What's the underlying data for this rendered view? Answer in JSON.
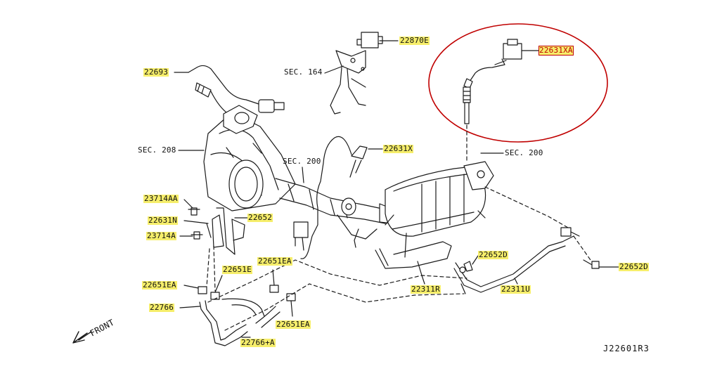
{
  "diagram": {
    "labels": {
      "p22870E": "22870E",
      "sec164": "SEC. 164",
      "p22693": "22693",
      "p22631XA": "22631XA",
      "sec208": "SEC. 208",
      "p22631X": "22631X",
      "sec200a": "SEC. 200",
      "sec200b": "SEC. 200",
      "p23714AA": "23714AA",
      "p22631N": "22631N",
      "p22652": "22652",
      "p23714A": "23714A",
      "p22651EA_1": "22651EA",
      "p22651E": "22651E",
      "p22652D_1": "22652D",
      "p22652D_2": "22652D",
      "p22651EA_2": "22651EA",
      "p22311R": "22311R",
      "p22311U": "22311U",
      "p22766": "22766",
      "p22651EA_3": "22651EA",
      "p22766A": "22766+A",
      "front": "FRONT",
      "ref": "J22601R3"
    },
    "highlight_color": "#c00000",
    "label_fill": "#f6ee6b"
  }
}
